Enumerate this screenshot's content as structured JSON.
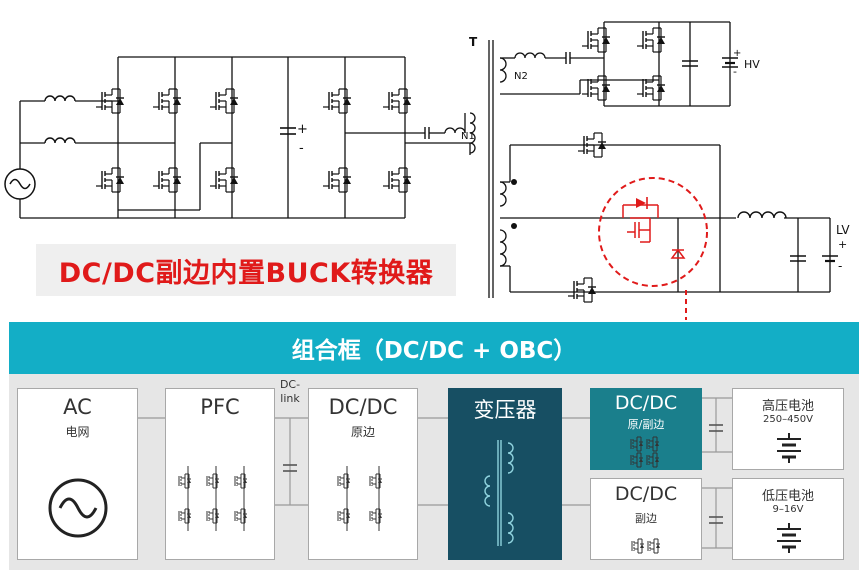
{
  "title": "DC/DC副边内置BUCK转换器",
  "banner": "组合框（DC/DC + OBC）",
  "schematic": {
    "transformer_label": "T",
    "winding_n1": "N1",
    "winding_n2": "N2",
    "hv_label": "HV",
    "lv_label": "LV",
    "plus": "+",
    "minus": "-"
  },
  "blocks": {
    "ac": {
      "title": "AC",
      "sub": "电网"
    },
    "dclink": {
      "label": "DC-\nlink"
    },
    "pfc": {
      "title": "PFC"
    },
    "dcdc_primary": {
      "title": "DC/DC",
      "sub": "原边"
    },
    "transformer": {
      "title": "变压器"
    },
    "dcdc_primary_secondary": {
      "title": "DC/DC",
      "sub": "原/副边"
    },
    "dcdc_secondary": {
      "title": "DC/DC",
      "sub": "副边"
    },
    "hv_battery": {
      "title": "高压电池",
      "sub": "250–450V"
    },
    "lv_battery": {
      "title": "低压电池",
      "sub": "9–16V"
    }
  },
  "colors": {
    "accent": "#13aec6",
    "highlight": "#e01a1a",
    "transformer_block": "#174f63",
    "dcdc_block": "#1a7f8c"
  }
}
